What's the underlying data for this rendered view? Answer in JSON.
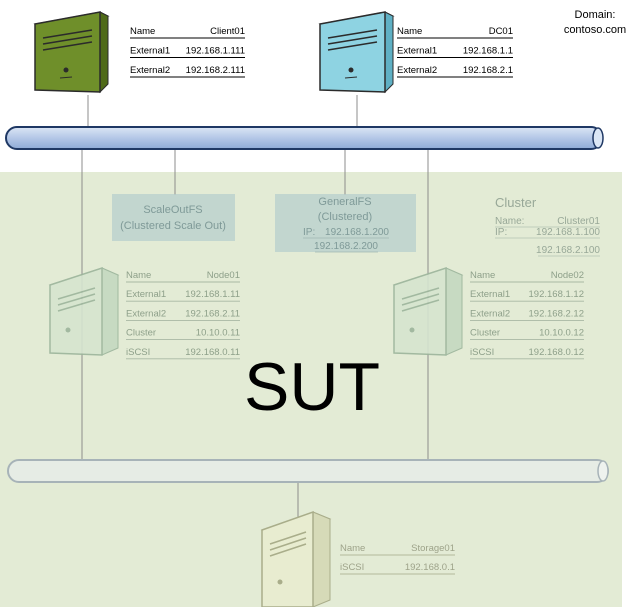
{
  "domain": {
    "label": "Domain:",
    "value": "contoso.com"
  },
  "sut_label": "SUT",
  "servers": {
    "client": {
      "rows": [
        {
          "k": "Name",
          "v": "Client01"
        },
        {
          "k": "External1",
          "v": "192.168.1.111"
        },
        {
          "k": "External2",
          "v": "192.168.2.111"
        }
      ],
      "colors": {
        "front": "#6f8f2a",
        "side": "#4f6a18",
        "top": "#93b04a"
      }
    },
    "dc": {
      "rows": [
        {
          "k": "Name",
          "v": "DC01"
        },
        {
          "k": "External1",
          "v": "192.168.1.1"
        },
        {
          "k": "External2",
          "v": "192.168.2.1"
        }
      ],
      "colors": {
        "front": "#8ed3e2",
        "side": "#5fb0c4",
        "top": "#b9e6ef"
      }
    },
    "node01": {
      "rows": [
        {
          "k": "Name",
          "v": "Node01"
        },
        {
          "k": "External1",
          "v": "192.168.1.11"
        },
        {
          "k": "External2",
          "v": "192.168.2.11"
        },
        {
          "k": "Cluster",
          "v": "10.10.0.11"
        },
        {
          "k": "iSCSI",
          "v": "192.168.0.11"
        }
      ]
    },
    "node02": {
      "rows": [
        {
          "k": "Name",
          "v": "Node02"
        },
        {
          "k": "External1",
          "v": "192.168.1.12"
        },
        {
          "k": "External2",
          "v": "192.168.2.12"
        },
        {
          "k": "Cluster",
          "v": "10.10.0.12"
        },
        {
          "k": "iSCSI",
          "v": "192.168.0.12"
        }
      ]
    },
    "storage": {
      "rows": [
        {
          "k": "Name",
          "v": "Storage01"
        },
        {
          "k": "iSCSI",
          "v": "192.168.0.1"
        }
      ]
    }
  },
  "scaleoutfs": {
    "line1": "ScaleOutFS",
    "line2": "(Clustered Scale Out)"
  },
  "generalfs": {
    "line1": "GeneralFS",
    "line2": "(Clustered)",
    "ip_label": "IP:",
    "ip1": "192.168.1.200",
    "ip2": "192.168.2.200"
  },
  "cluster": {
    "title": "Cluster",
    "name_label": "Name:",
    "name_value": "Cluster01",
    "ip_label": "IP:",
    "ip1": "192.168.1.100",
    "ip2": "192.168.2.100"
  },
  "colors": {
    "sut_bg": "#e3ebd5",
    "bus_fill": "#b4c7e7",
    "bus_stroke": "#1f3864",
    "faded_server": "#d6e5cf",
    "storage_server": "#e8ecd0",
    "role_box": "#b7cfcc",
    "faded_text": "#8a9a8a"
  }
}
